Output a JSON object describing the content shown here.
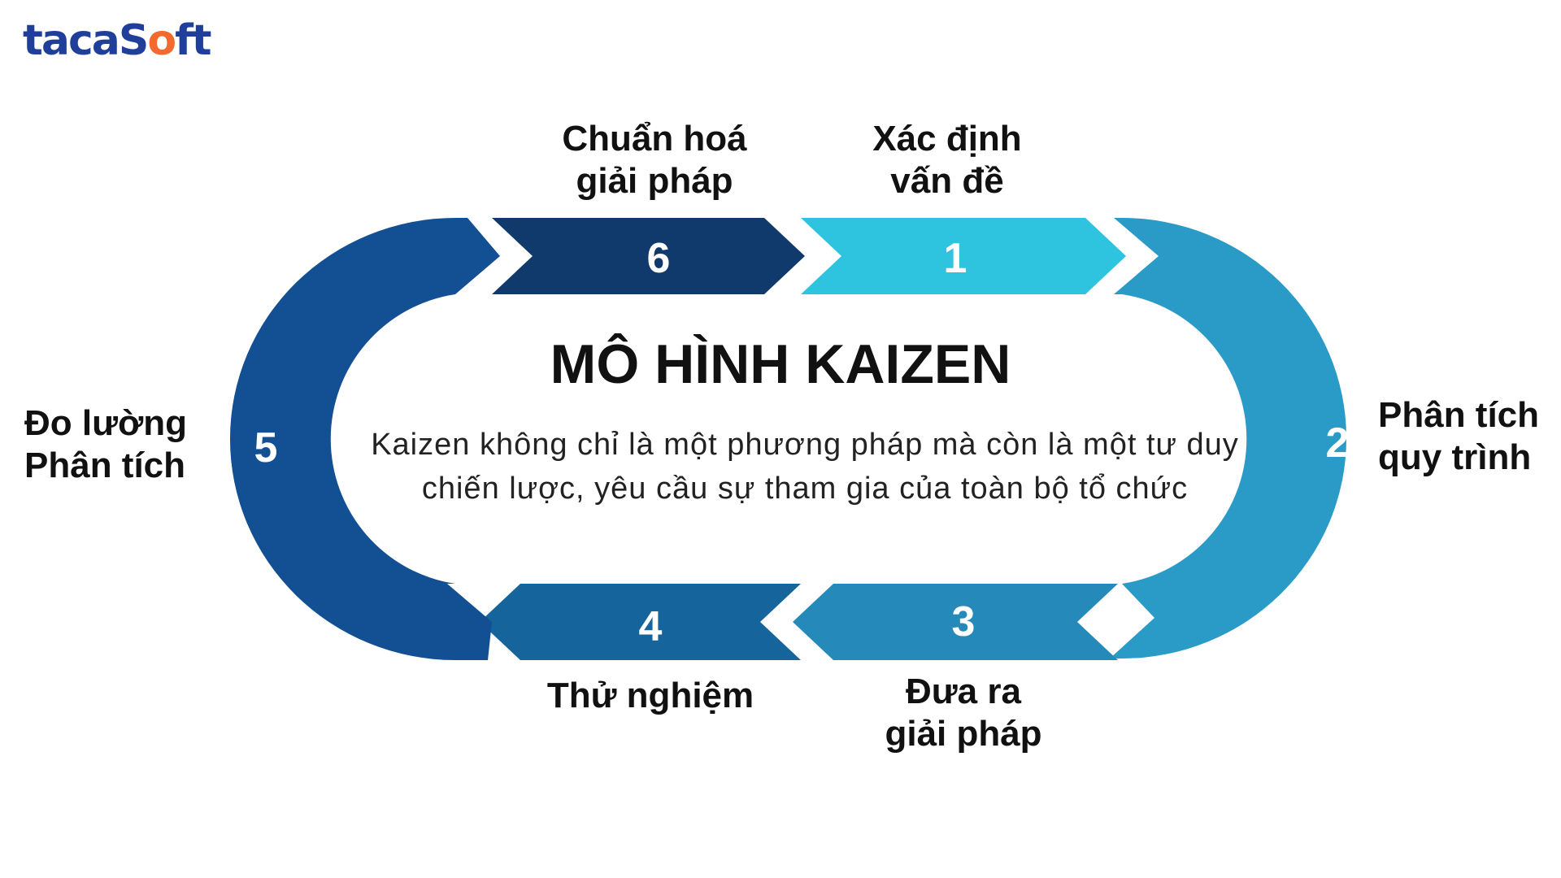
{
  "logo": {
    "text_part1": "taca",
    "text_part2": "S",
    "text_accent": "o",
    "text_part3": "ft"
  },
  "title": "MÔ HÌNH KAIZEN",
  "description": "Kaizen không chỉ là một phương pháp mà còn là một tư duy chiến lược, yêu cầu sự tham gia của toàn bộ tổ chức",
  "steps": [
    {
      "number": "1",
      "label_line1": "Xác định",
      "label_line2": "vấn đề",
      "color": "#2ec3de"
    },
    {
      "number": "2",
      "label_line1": "Phân tích",
      "label_line2": "quy trình",
      "color": "#2a9bc6"
    },
    {
      "number": "3",
      "label_line1": "Đưa ra",
      "label_line2": "giải pháp",
      "color": "#2589b9"
    },
    {
      "number": "4",
      "label_line1": "Thử nghiệm",
      "label_line2": "",
      "color": "#15649c"
    },
    {
      "number": "5",
      "label_line1": "Đo lường",
      "label_line2": "Phân tích",
      "color": "#124f93"
    },
    {
      "number": "6",
      "label_line1": "Chuẩn hoá",
      "label_line2": "giải pháp",
      "color": "#0f3a6b"
    }
  ]
}
